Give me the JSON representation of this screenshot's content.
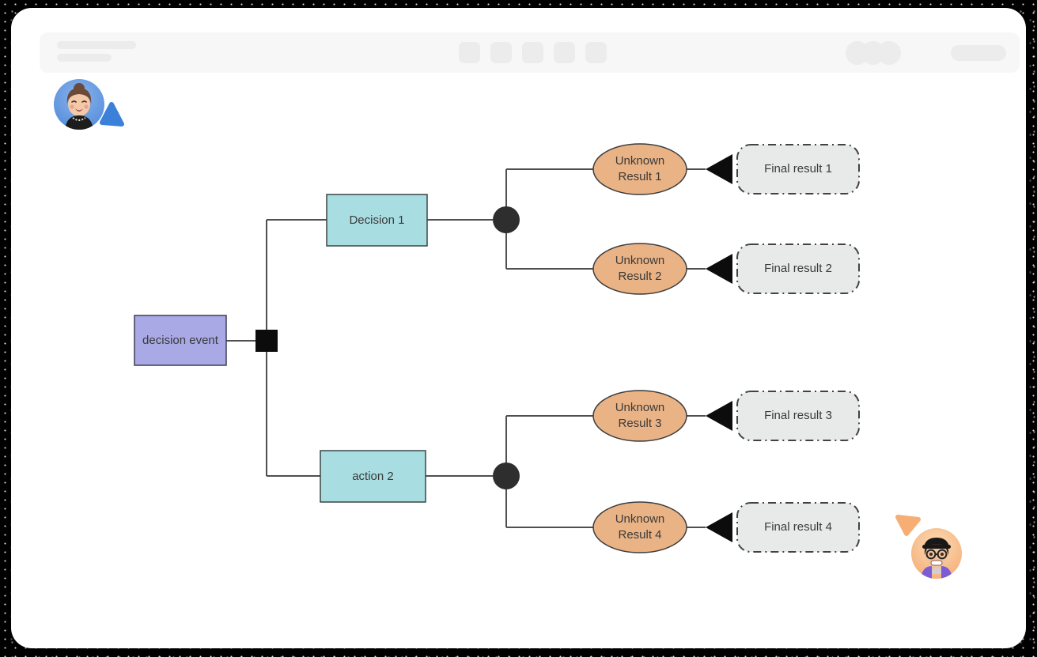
{
  "diagram": {
    "nodes": {
      "root": {
        "label": "decision event"
      },
      "decision1": {
        "label": "Decision 1"
      },
      "action2": {
        "label": "action 2"
      }
    },
    "results": [
      {
        "label": "Unknown Result 1",
        "final_label": "Final result 1"
      },
      {
        "label": "Unknown Result 2",
        "final_label": "Final result 2"
      },
      {
        "label": "Unknown Result 3",
        "final_label": "Final result 3"
      },
      {
        "label": "Unknown Result 4",
        "final_label": "Final result 4"
      }
    ],
    "colors": {
      "root_fill": "#a9a9e6",
      "root_stroke": "#3e3e55",
      "branch_fill": "#a8dee2",
      "branch_stroke": "#3c4546",
      "result_fill": "#eab385",
      "result_stroke": "#3c3c3c",
      "final_fill": "#e8eaea",
      "final_stroke": "#424242",
      "connector": "#4f4f4f",
      "junction": "#0c0c0c",
      "chance_node": "#2e2e2e"
    }
  },
  "collaborators": {
    "cursor_blue": "#3b80d9",
    "cursor_orange": "#f6ae74"
  }
}
